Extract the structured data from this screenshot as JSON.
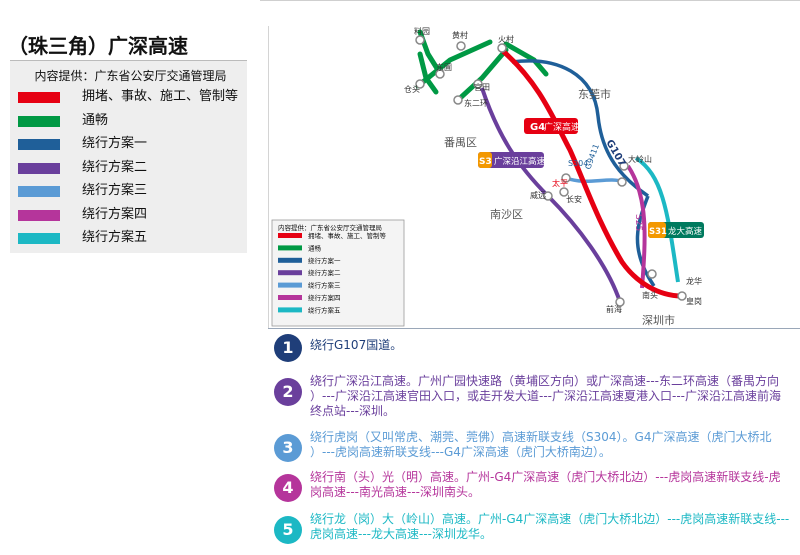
{
  "title": "（珠三角）广深高速",
  "legend": {
    "header": "内容提供：广东省公安厅交通管理局",
    "items": [
      {
        "label": "拥堵、事故、施工、管制等",
        "color": "#e60012"
      },
      {
        "label": "通畅",
        "color": "#009944"
      },
      {
        "label": "绕行方案一",
        "color": "#1f5f99"
      },
      {
        "label": "绕行方案二",
        "color": "#6a3f9c"
      },
      {
        "label": "绕行方案三",
        "color": "#5b9bd5"
      },
      {
        "label": "绕行方案四",
        "color": "#b5359b"
      },
      {
        "label": "绕行方案五",
        "color": "#1cb8c4"
      }
    ]
  },
  "map": {
    "places": {
      "liaoyuan": "料园",
      "huangcun": "黄村",
      "huocun": "火村",
      "dongguan": "东圃",
      "dongerhuan": "东二环",
      "guantian": "官田",
      "cangtou": "仓头",
      "dongguan_city": "东莞市",
      "panyu": "番禺区",
      "nansha": "南沙区",
      "weiyuan": "威远",
      "taiping": "太平",
      "changan": "长安",
      "dalingshan": "大岭山",
      "longhua": "龙华",
      "nantou": "南头",
      "gangang": "皇岗",
      "qianhai": "前海",
      "shenzhen": "深圳市"
    },
    "shields": {
      "g4": {
        "code": "G4",
        "name": "广深高速"
      },
      "s3": {
        "code": "S3",
        "name": "广深沿江高速"
      },
      "s31": {
        "code": "S31",
        "name": "龙大高速"
      },
      "g107": "G107",
      "s304": "S304",
      "g9411": "G9411",
      "s25": "S25"
    },
    "inset_legend": {
      "header": "内容提供：广东省公安厅交通管理局",
      "items": [
        "拥堵、事故、施工、管制等",
        "通畅",
        "绕行方案一",
        "绕行方案二",
        "绕行方案三",
        "绕行方案四",
        "绕行方案五"
      ]
    }
  },
  "routes": [
    {
      "num": "1",
      "color": "#1f3e79",
      "text": "绕行G107国道。"
    },
    {
      "num": "2",
      "color": "#6a3f9c",
      "text": "绕行广深沿江高速。广州广园快速路（黄埔区方向）或广深高速---东二环高速（番禺方向\n）---广深沿江高速官田入口，或走开发大道---广深沿江高速夏港入口---广深沿江高速前海\n终点站---深圳。"
    },
    {
      "num": "3",
      "color": "#5b9bd5",
      "text": "绕行虎岗（又叫常虎、潮莞、莞佛）高速新联支线（S304）。G4广深高速（虎门大桥北\n）---虎岗高速新联支线---G4广深高速（虎门大桥南边）。"
    },
    {
      "num": "4",
      "color": "#b5359b",
      "text": "绕行南（头）光（明）高速。广州-G4广深高速（虎门大桥北边）---虎岗高速新联支线-虎\n岗高速---南光高速---深圳南头。"
    },
    {
      "num": "5",
      "color": "#1cb8c4",
      "text": "绕行龙（岗）大（岭山）高速。广州-G4广深高速（虎门大桥北边）---虎岗高速新联支线---\n虎岗高速---龙大高速---深圳龙华。"
    }
  ]
}
